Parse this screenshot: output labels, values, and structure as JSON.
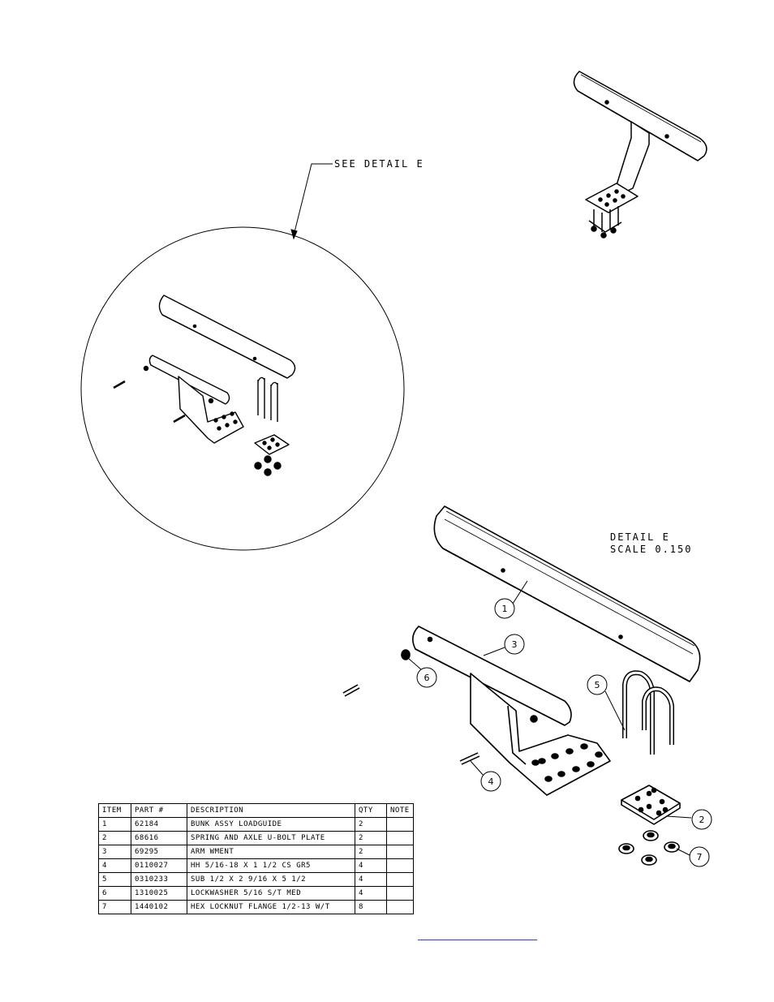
{
  "callouts": {
    "see_detail": "SEE DETAIL  E",
    "detail_title": "DETAIL  E",
    "detail_scale": "SCALE  0.150"
  },
  "balloons": [
    "1",
    "2",
    "3",
    "4",
    "5",
    "6",
    "7"
  ],
  "bom": {
    "headers": [
      "ITEM",
      "PART #",
      "DESCRIPTION",
      "QTY",
      "NOTE"
    ],
    "rows": [
      [
        "1",
        "62184",
        "BUNK ASSY   LOADGUIDE",
        "2",
        ""
      ],
      [
        "2",
        "68616",
        "SPRING AND AXLE U-BOLT PLATE",
        "2",
        ""
      ],
      [
        "3",
        "69295",
        "ARM WMENT",
        "2",
        ""
      ],
      [
        "4",
        "0110027",
        "HH 5/16-18 X 1 1/2 CS GR5",
        "4",
        ""
      ],
      [
        "5",
        "0310233",
        "SUB 1/2 X 2 9/16 X 5 1/2",
        "4",
        ""
      ],
      [
        "6",
        "1310025",
        "LOCKWASHER 5/16 S/T MED",
        "4",
        ""
      ],
      [
        "7",
        "1440102",
        "HEX LOCKNUT FLANGE 1/2-13 W/T",
        "8",
        ""
      ]
    ]
  },
  "colors": {
    "line": "#000000",
    "link": "#2a46c8"
  }
}
